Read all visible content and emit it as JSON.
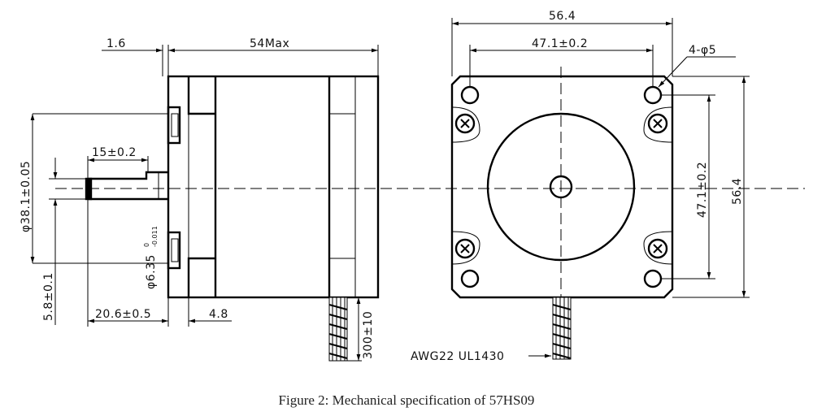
{
  "figure": {
    "caption": "Figure 2: Mechanical specification of 57HS09"
  },
  "side_view": {
    "flange_thickness": "1.6",
    "body_length": "54Max",
    "flat_length": "15±0.2",
    "boss_diameter": "φ38.1±0.05",
    "shaft_diameter": "φ6.35",
    "shaft_tol_upper": "0",
    "shaft_tol_lower": "-0.011",
    "flat_depth": "5.8±0.1",
    "shaft_length": "20.6±0.5",
    "boss_height": "4.8",
    "lead_length": "300±10"
  },
  "front_view": {
    "width": "56.4",
    "hole_pitch_h": "47.1±0.2",
    "holes": "4-φ5",
    "hole_pitch_v": "47.1±0.2",
    "height": "56.4",
    "wire_spec": "AWG22 UL1430"
  }
}
